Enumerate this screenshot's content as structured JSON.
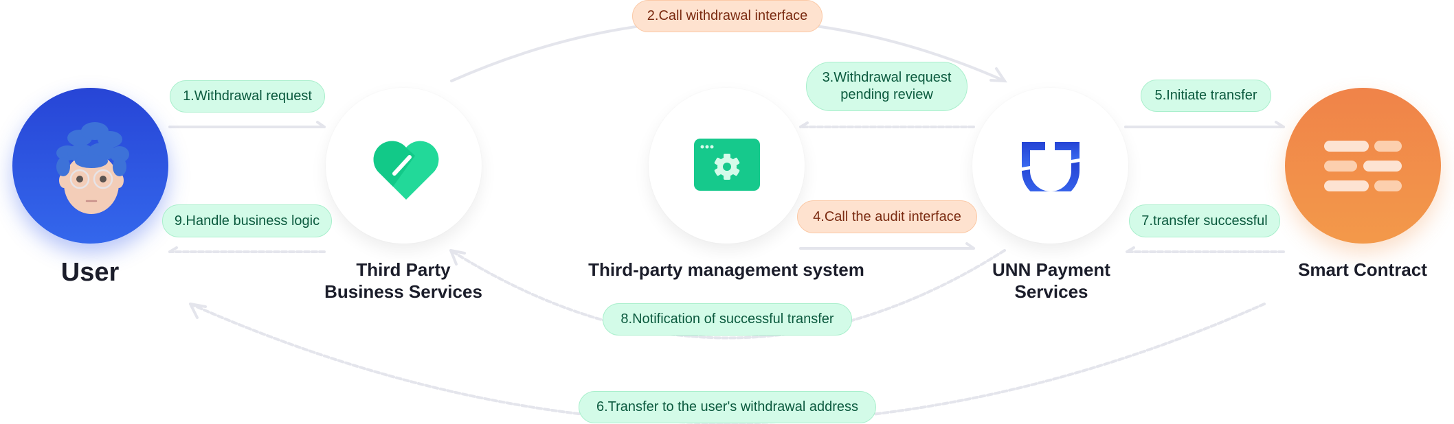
{
  "diagram": {
    "title": "Withdrawal flow",
    "nodes": [
      {
        "id": "user",
        "label": "User",
        "icon": "user-avatar-icon",
        "color": "#2c55e0"
      },
      {
        "id": "tpbs",
        "label_line1": "Third Party",
        "label_line2": "Business Services",
        "icon": "heart-icon",
        "color": "#20d494"
      },
      {
        "id": "tpms",
        "label": "Third-party management system",
        "icon": "settings-window-icon",
        "color": "#16c98c"
      },
      {
        "id": "unn",
        "label_line1": "UNN Payment",
        "label_line2": "Services",
        "icon": "unn-logo-icon",
        "color": "#2f5fe6"
      },
      {
        "id": "contract",
        "label": "Smart Contract",
        "icon": "contract-bars-icon",
        "color": "#f28a48"
      }
    ],
    "steps": [
      {
        "n": 1,
        "label": "1.Withdrawal request",
        "from": "user",
        "to": "tpbs",
        "style": "solid",
        "tone": "green"
      },
      {
        "n": 2,
        "label": "2.Call withdrawal interface",
        "from": "tpbs",
        "to": "unn",
        "style": "solid",
        "tone": "orange"
      },
      {
        "n": 3,
        "label": "3.Withdrawal request\npending review",
        "from": "unn",
        "to": "tpms",
        "style": "dashed",
        "tone": "green"
      },
      {
        "n": 4,
        "label": "4.Call the audit interface",
        "from": "tpms",
        "to": "unn",
        "style": "solid",
        "tone": "orange"
      },
      {
        "n": 5,
        "label": "5.Initiate transfer",
        "from": "unn",
        "to": "contract",
        "style": "solid",
        "tone": "green"
      },
      {
        "n": 6,
        "label": "6.Transfer to the user's withdrawal address",
        "from": "contract",
        "to": "user",
        "style": "dashed",
        "tone": "green"
      },
      {
        "n": 7,
        "label": "7.transfer successful",
        "from": "contract",
        "to": "unn",
        "style": "dashed",
        "tone": "green"
      },
      {
        "n": 8,
        "label": "8.Notification of successful transfer",
        "from": "unn",
        "to": "tpbs",
        "style": "dashed",
        "tone": "green"
      },
      {
        "n": 9,
        "label": "9.Handle business logic",
        "from": "tpbs",
        "to": "user",
        "style": "dashed",
        "tone": "green"
      }
    ]
  },
  "colors": {
    "pill_green_bg": "#d3fbe8",
    "pill_green_text": "#0b5a3e",
    "pill_orange_bg": "#fee2cf",
    "pill_orange_text": "#7a2a10",
    "connector": "#e4e5ec"
  }
}
